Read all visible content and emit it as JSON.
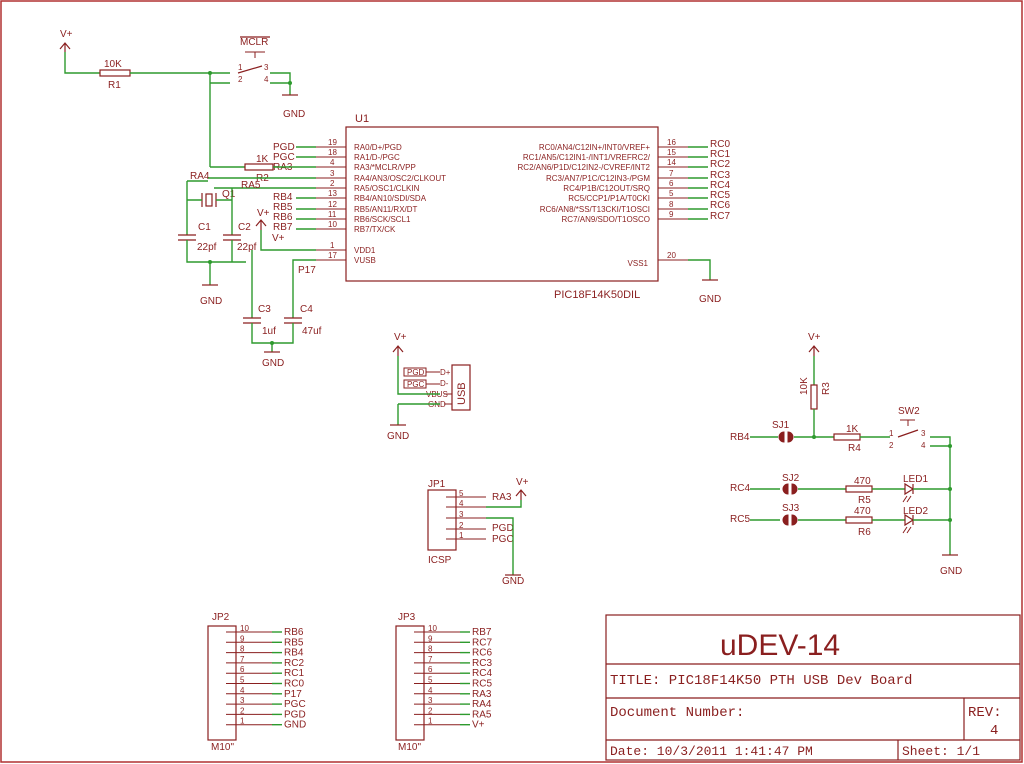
{
  "title_block": {
    "project": "uDEV-14",
    "title": "TITLE:  PIC18F14K50 PTH USB Dev Board",
    "doc_number": "Document Number:",
    "rev_label": "REV:",
    "rev_value": "4",
    "date": "Date: 10/3/2011 1:41:47 PM",
    "sheet": "Sheet: 1/1"
  },
  "u1": {
    "name": "U1",
    "part": "PIC18F14K50DIL",
    "left_pins": [
      {
        "num": "19",
        "label": "RA0/D+/PGD",
        "net": "PGD"
      },
      {
        "num": "18",
        "label": "RA1/D-/PGC",
        "net": "PGC"
      },
      {
        "num": "4",
        "label": "RA3/*MCLR/VPP",
        "net": "RA3"
      },
      {
        "num": "3",
        "label": "RA4/AN3/OSC2/CLKOUT",
        "net": ""
      },
      {
        "num": "2",
        "label": "RA5/OSC1/CLKIN",
        "net": ""
      },
      {
        "num": "13",
        "label": "RB4/AN10/SDI/SDA",
        "net": "RB4"
      },
      {
        "num": "12",
        "label": "RB5/AN11/RX/DT",
        "net": "RB5"
      },
      {
        "num": "11",
        "label": "RB6/SCK/SCL1",
        "net": "RB6"
      },
      {
        "num": "10",
        "label": "RB7/TX/CK",
        "net": "RB7"
      }
    ],
    "power_pins": [
      {
        "num": "1",
        "label": "VDD1",
        "net": "V+"
      },
      {
        "num": "17",
        "label": "VUSB",
        "net": "P17"
      }
    ],
    "right_pins": [
      {
        "num": "16",
        "label": "RC0/AN4/C12IN+/INT0/VREF+",
        "net": "RC0"
      },
      {
        "num": "15",
        "label": "RC1/AN5/C12IN1-/INT1/VREFRC2/",
        "net": "RC1"
      },
      {
        "num": "14",
        "label": "RC2/AN6/P1D/C12IN2-/CVREF/INT2",
        "net": "RC2"
      },
      {
        "num": "7",
        "label": "RC3/AN7/P1C/C12IN3-/PGM",
        "net": "RC3"
      },
      {
        "num": "6",
        "label": "RC4/P1B/C12OUT/SRQ",
        "net": "RC4"
      },
      {
        "num": "5",
        "label": "RC5/CCP1/P1A/T0CKI",
        "net": "RC5"
      },
      {
        "num": "8",
        "label": "RC6/AN8/*SS/T13CKI/T1OSCI",
        "net": "RC6"
      },
      {
        "num": "9",
        "label": "RC7/AN9/SDO/T1OSCO",
        "net": "RC7"
      }
    ],
    "vss": {
      "num": "20",
      "label": "VSS1"
    }
  },
  "labels": {
    "vplus": "V+",
    "gnd": "GND",
    "mclr": "MCLR",
    "r1_name": "R1",
    "r1_val": "10K",
    "r2_name": "R2",
    "r2_val": "1K",
    "ra4": "RA4",
    "ra5": "RA5",
    "q1": "Q1",
    "c1_name": "C1",
    "c1_val": "22pf",
    "c2_name": "C2",
    "c2_val": "22pf",
    "c3_name": "C3",
    "c3_val": "1uf",
    "c4_name": "C4",
    "c4_val": "47uf",
    "p17": "P17",
    "usb": "USB",
    "usb_pins": [
      "PGD",
      "PGC",
      "VBUS",
      "GND"
    ],
    "usb_pad": [
      "D+",
      "D-",
      "VBUS",
      "GND"
    ],
    "r3_name": "R3",
    "r3_val": "10K",
    "r4_name": "R4",
    "r4_val": "1K",
    "r5_name": "R5",
    "r5_val": "470",
    "r6_name": "R6",
    "r6_val": "470",
    "sj1": "SJ1",
    "sj2": "SJ2",
    "sj3": "SJ3",
    "sw2": "SW2",
    "led1": "LED1",
    "led2": "LED2",
    "rb4": "RB4",
    "rc4": "RC4",
    "rc5": "RC5"
  },
  "jp1": {
    "name": "JP1",
    "part": "ICSP",
    "pins": [
      {
        "num": "5",
        "net": "RA3"
      },
      {
        "num": "4",
        "net": ""
      },
      {
        "num": "3",
        "net": ""
      },
      {
        "num": "2",
        "net": "PGD"
      },
      {
        "num": "1",
        "net": "PGC"
      }
    ]
  },
  "jp2": {
    "name": "JP2",
    "part": "M10\"",
    "pins": [
      {
        "num": "10",
        "net": "RB6"
      },
      {
        "num": "9",
        "net": "RB5"
      },
      {
        "num": "8",
        "net": "RB4"
      },
      {
        "num": "7",
        "net": "RC2"
      },
      {
        "num": "6",
        "net": "RC1"
      },
      {
        "num": "5",
        "net": "RC0"
      },
      {
        "num": "4",
        "net": "P17"
      },
      {
        "num": "3",
        "net": "PGC"
      },
      {
        "num": "2",
        "net": "PGD"
      },
      {
        "num": "1",
        "net": "GND"
      }
    ]
  },
  "jp3": {
    "name": "JP3",
    "part": "M10\"",
    "pins": [
      {
        "num": "10",
        "net": "RB7"
      },
      {
        "num": "9",
        "net": "RC7"
      },
      {
        "num": "8",
        "net": "RC6"
      },
      {
        "num": "7",
        "net": "RC3"
      },
      {
        "num": "6",
        "net": "RC4"
      },
      {
        "num": "5",
        "net": "RC5"
      },
      {
        "num": "4",
        "net": "RA3"
      },
      {
        "num": "3",
        "net": "RA4"
      },
      {
        "num": "2",
        "net": "RA5"
      },
      {
        "num": "1",
        "net": "V+"
      }
    ]
  }
}
